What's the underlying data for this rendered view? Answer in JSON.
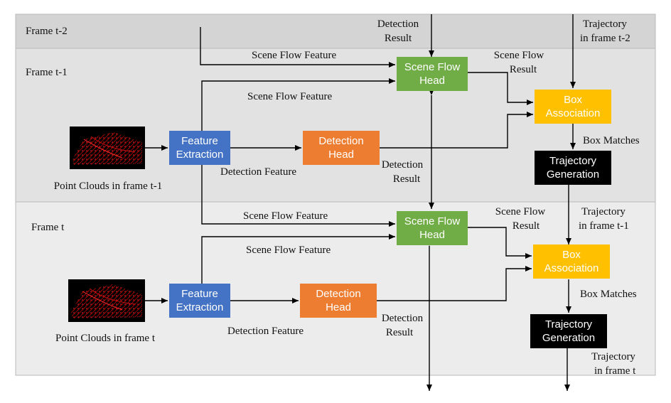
{
  "frames": {
    "t2": "Frame t-2",
    "t1": "Frame t-1",
    "t": "Frame t"
  },
  "colors": {
    "band_t2": "#d4d4d4",
    "band_t1": "#e2e2e2",
    "band_t": "#ececec",
    "feature": "#4472c4",
    "detection": "#ed7d31",
    "sceneflow": "#70ad47",
    "association": "#ffc000",
    "trajectory": "#000000",
    "pointcloud": "#c00000"
  },
  "blocks": {
    "feature_line1": "Feature",
    "feature_line2": "Extraction",
    "detection_line1": "Detection",
    "detection_line2": "Head",
    "sceneflow_line1": "Scene Flow",
    "sceneflow_line2": "Head",
    "assoc_line1": "Box",
    "assoc_line2": "Association",
    "traj_line1": "Trajectory",
    "traj_line2": "Generation"
  },
  "labels": {
    "detection_result_line1": "Detection",
    "detection_result_line2": "Result",
    "trajectory_line1": "Trajectory",
    "trajectory_t2_line2": "in frame t-2",
    "trajectory_t1_line2": "in frame t-1",
    "trajectory_t_line2": "in frame t",
    "scene_flow_feature": "Scene Flow Feature",
    "scene_flow_result_line1": "Scene Flow",
    "scene_flow_result_line2": "Result",
    "box_matches": "Box Matches",
    "detection_feature": "Detection Feature",
    "pc_t1": "Point Clouds in frame t-1",
    "pc_t": "Point Clouds in frame t"
  }
}
